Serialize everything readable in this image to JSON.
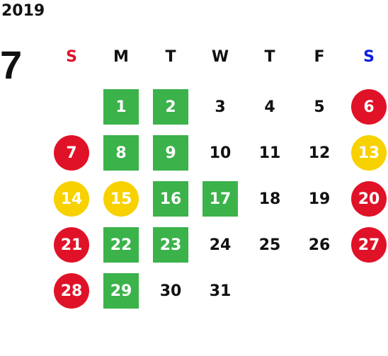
{
  "year": "2019",
  "month": "7",
  "weekdays": [
    {
      "label": "S",
      "color": "#e01228"
    },
    {
      "label": "M",
      "color": "#111111"
    },
    {
      "label": "T",
      "color": "#111111"
    },
    {
      "label": "W",
      "color": "#111111"
    },
    {
      "label": "T",
      "color": "#111111"
    },
    {
      "label": "F",
      "color": "#111111"
    },
    {
      "label": "S",
      "color": "#0a1ee0"
    }
  ],
  "weeks": [
    [
      null,
      {
        "day": "1",
        "style": "green"
      },
      {
        "day": "2",
        "style": "green"
      },
      {
        "day": "3",
        "style": "plain"
      },
      {
        "day": "4",
        "style": "plain"
      },
      {
        "day": "5",
        "style": "plain"
      },
      {
        "day": "6",
        "style": "red"
      }
    ],
    [
      {
        "day": "7",
        "style": "red"
      },
      {
        "day": "8",
        "style": "green"
      },
      {
        "day": "9",
        "style": "green"
      },
      {
        "day": "10",
        "style": "plain"
      },
      {
        "day": "11",
        "style": "plain"
      },
      {
        "day": "12",
        "style": "plain"
      },
      {
        "day": "13",
        "style": "yellow"
      }
    ],
    [
      {
        "day": "14",
        "style": "yellow"
      },
      {
        "day": "15",
        "style": "yellow"
      },
      {
        "day": "16",
        "style": "green"
      },
      {
        "day": "17",
        "style": "green"
      },
      {
        "day": "18",
        "style": "plain"
      },
      {
        "day": "19",
        "style": "plain"
      },
      {
        "day": "20",
        "style": "red"
      }
    ],
    [
      {
        "day": "21",
        "style": "red"
      },
      {
        "day": "22",
        "style": "green"
      },
      {
        "day": "23",
        "style": "green"
      },
      {
        "day": "24",
        "style": "plain"
      },
      {
        "day": "25",
        "style": "plain"
      },
      {
        "day": "26",
        "style": "plain"
      },
      {
        "day": "27",
        "style": "red"
      }
    ],
    [
      {
        "day": "28",
        "style": "red"
      },
      {
        "day": "29",
        "style": "green"
      },
      {
        "day": "30",
        "style": "plain"
      },
      {
        "day": "31",
        "style": "plain"
      },
      null,
      null,
      null
    ]
  ],
  "colors": {
    "green": "#3bb24a",
    "red": "#e01228",
    "yellow": "#f8d100"
  }
}
